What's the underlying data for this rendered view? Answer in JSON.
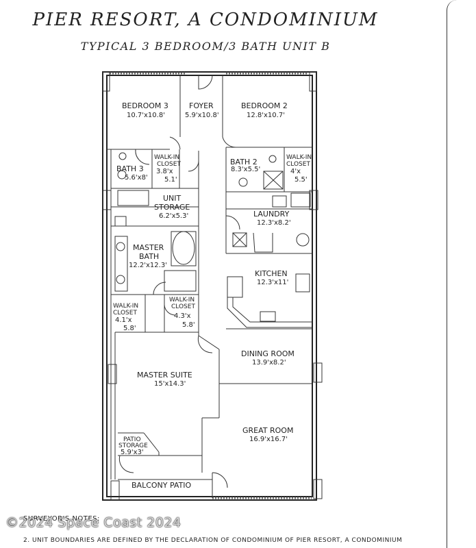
{
  "header": {
    "title": "PIER RESORT, A CONDOMINIUM",
    "subtitle": "TYPICAL 3 BEDROOM/3 BATH   UNIT B"
  },
  "rooms": {
    "bedroom3": {
      "name": "BEDROOM 3",
      "dim": "10.7'x10.8'"
    },
    "foyer": {
      "name": "FOYER",
      "dim": "5.9'x10.8'"
    },
    "bedroom2": {
      "name": "BEDROOM 2",
      "dim": "12.8'x10.7'"
    },
    "bath3": {
      "name": "BATH 3",
      "dim": "5.6'x8'"
    },
    "closet_b3": {
      "line1": "WALK-IN",
      "line2": "CLOSET",
      "line3": "3.8'x",
      "line4": "5.1'"
    },
    "bath2": {
      "name": "BATH 2",
      "dim": "8.3'x5.5'"
    },
    "closet_b2": {
      "line1": "WALK-IN",
      "line2": "CLOSET",
      "line3": "4'x",
      "line4": "5.5'"
    },
    "unit_storage": {
      "line1": "UNIT",
      "line2": "STORAGE",
      "dim": "6.2'x5.3'"
    },
    "laundry": {
      "name": "LAUNDRY",
      "dim": "12.3'x8.2'"
    },
    "master_bath": {
      "line1": "MASTER",
      "line2": "BATH",
      "dim": "12.2'x12.3'"
    },
    "kitchen": {
      "name": "KITCHEN",
      "dim": "12.3'x11'"
    },
    "closet_m1": {
      "line1": "WALK-IN",
      "line2": "CLOSET",
      "line3": "4.1'x",
      "line4": "5.8'"
    },
    "closet_m2": {
      "line1": "WALK-IN",
      "line2": "CLOSET",
      "line3": "4.3'x",
      "line4": "5.8'"
    },
    "dining_room": {
      "name": "DINING ROOM",
      "dim": "13.9'x8.2'"
    },
    "master_suite": {
      "name": "MASTER SUITE",
      "dim": "15'x14.3'"
    },
    "great_room": {
      "name": "GREAT ROOM",
      "dim": "16.9'x16.7'"
    },
    "patio_storage": {
      "line1": "PATIO",
      "line2": "STORAGE",
      "dim": "5.9'x3'"
    },
    "balcony": {
      "name": "BALCONY PATIO"
    }
  },
  "notes": {
    "line1": "SURVEYOR'S NOTES:",
    "line2": "2. UNIT BOUNDARIES ARE DEFINED BY THE DECLARATION OF CONDOMINIUM OF PIER RESORT, A CONDOMINIUM"
  },
  "watermark": "©2024 Space Coast 2024"
}
